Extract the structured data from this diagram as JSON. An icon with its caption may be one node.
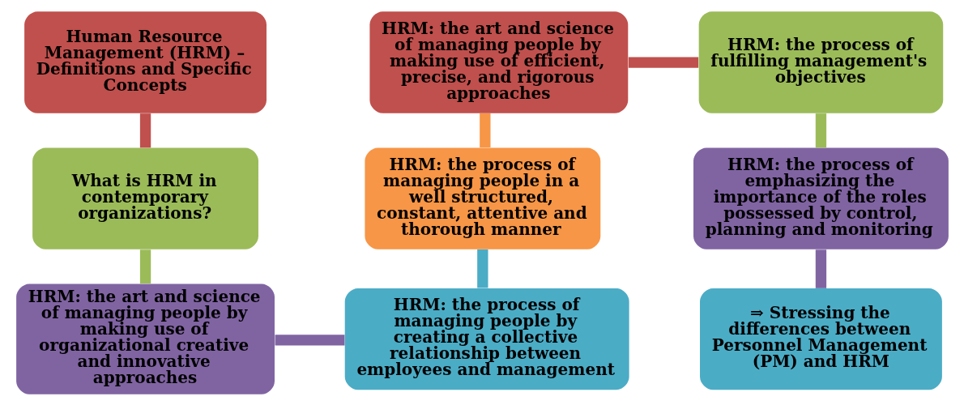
{
  "diagram": {
    "nodes": [
      {
        "text": [
          "Human Resource Management (HRM) – Definitions and Specific Concepts"
        ]
      },
      {
        "text": [
          "What is HRM in contemporary organizations?"
        ]
      },
      {
        "text": [
          "HRM: the art and science of managing people by making use of organizational creative and innovative approaches"
        ]
      },
      {
        "text": [
          "HRM: the process of managing people by creating a collective relationship between employees and management"
        ]
      },
      {
        "text": [
          "HRM: the process of managing people in a well structured, constant, attentive and thorough manner"
        ]
      },
      {
        "text": [
          "HRM: the art and science of managing people by making use of efficient, precise, and rigorous approaches"
        ]
      },
      {
        "text": [
          "HRM: the process of fulfilling management's objectives"
        ]
      },
      {
        "text": [
          "HRM: the process of emphasizing the importance of the roles possessed by control, planning and monitoring"
        ]
      },
      {
        "text": [
          "⇒ Stressing the differences between Personnel Management (PM) and HRM"
        ]
      }
    ],
    "edges": [
      {
        "from": 0,
        "to": 1,
        "arrow": "none",
        "color": "#c0504d"
      },
      {
        "from": 1,
        "to": 2,
        "arrow": "none",
        "color": "#9bbb59"
      },
      {
        "from": 2,
        "to": 3,
        "arrow": "none",
        "color": "#8064a2"
      },
      {
        "from": 3,
        "to": 4,
        "arrow": "none",
        "color": "#4bacc6"
      },
      {
        "from": 4,
        "to": 5,
        "arrow": "none",
        "color": "#f79646"
      },
      {
        "from": 5,
        "to": 6,
        "arrow": "none",
        "color": "#c0504d"
      },
      {
        "from": 6,
        "to": 7,
        "arrow": "none",
        "color": "#9bbb59"
      },
      {
        "from": 7,
        "to": 8,
        "arrow": "none",
        "color": "#8064a2"
      }
    ]
  }
}
